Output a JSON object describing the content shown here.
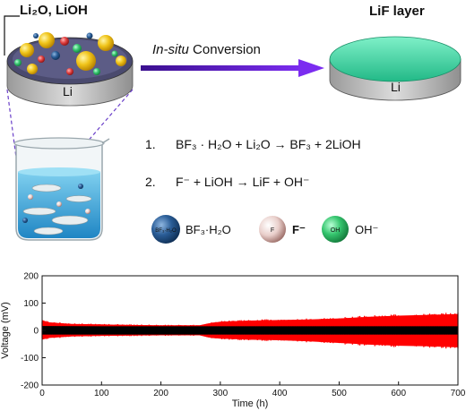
{
  "scheme": {
    "label_oxides": "Li₂O, LiOH",
    "label_li_left": "Li",
    "arrow_prefix": "In-situ",
    "arrow_suffix": " Conversion",
    "label_lif_layer": "LiF layer",
    "label_li_right": "Li",
    "reactions": [
      {
        "num": "1.",
        "text": "BF₃ · H₂O + Li₂O → BF₃ + 2LiOH"
      },
      {
        "num": "2.",
        "text": "F⁻ + LiOH → LiF + OH⁻"
      }
    ],
    "legend": [
      {
        "symbol": "BF₃·H₂O",
        "label": "BF₃·H₂O",
        "color": "#1f4e79"
      },
      {
        "symbol": "F",
        "label": "F⁻",
        "color": "#c9a7a3"
      },
      {
        "symbol": "OH",
        "label": "OH⁻",
        "color": "#33c36b"
      }
    ],
    "colors": {
      "arrow": "#6a1bd1",
      "lif": "#3ecf9e",
      "li_disc": "#c9c9c9"
    }
  },
  "chart_data": {
    "type": "line",
    "xlabel": "Time (h)",
    "ylabel": "Voltage (mV)",
    "xlim": [
      0,
      700
    ],
    "ylim": [
      -200,
      200
    ],
    "xticks": [
      0,
      100,
      200,
      300,
      400,
      500,
      600,
      700
    ],
    "yticks": [
      -200,
      -100,
      0,
      100,
      200
    ],
    "grid": false,
    "series": [
      {
        "color": "#ff0000",
        "upper_envelope": [
          [
            0,
            38
          ],
          [
            10,
            30
          ],
          [
            50,
            24
          ],
          [
            100,
            22
          ],
          [
            150,
            20
          ],
          [
            200,
            19
          ],
          [
            265,
            19
          ],
          [
            280,
            26
          ],
          [
            300,
            32
          ],
          [
            350,
            36
          ],
          [
            400,
            38
          ],
          [
            450,
            40
          ],
          [
            500,
            44
          ],
          [
            550,
            50
          ],
          [
            600,
            54
          ],
          [
            650,
            57
          ],
          [
            700,
            60
          ]
        ],
        "lower_envelope": [
          [
            0,
            -34
          ],
          [
            10,
            -28
          ],
          [
            50,
            -22
          ],
          [
            100,
            -20
          ],
          [
            150,
            -19
          ],
          [
            200,
            -18
          ],
          [
            265,
            -18
          ],
          [
            280,
            -26
          ],
          [
            300,
            -30
          ],
          [
            350,
            -34
          ],
          [
            400,
            -36
          ],
          [
            450,
            -40
          ],
          [
            500,
            -46
          ],
          [
            550,
            -52
          ],
          [
            600,
            -56
          ],
          [
            650,
            -58
          ],
          [
            700,
            -62
          ]
        ]
      },
      {
        "color": "#000000",
        "upper_envelope": [
          [
            0,
            16
          ],
          [
            100,
            15
          ],
          [
            200,
            15
          ],
          [
            300,
            15
          ],
          [
            400,
            15
          ],
          [
            500,
            15
          ],
          [
            600,
            15
          ],
          [
            700,
            15
          ]
        ],
        "lower_envelope": [
          [
            0,
            -15
          ],
          [
            100,
            -15
          ],
          [
            200,
            -15
          ],
          [
            300,
            -15
          ],
          [
            400,
            -15
          ],
          [
            500,
            -15
          ],
          [
            600,
            -15
          ],
          [
            700,
            -15
          ]
        ]
      }
    ]
  }
}
